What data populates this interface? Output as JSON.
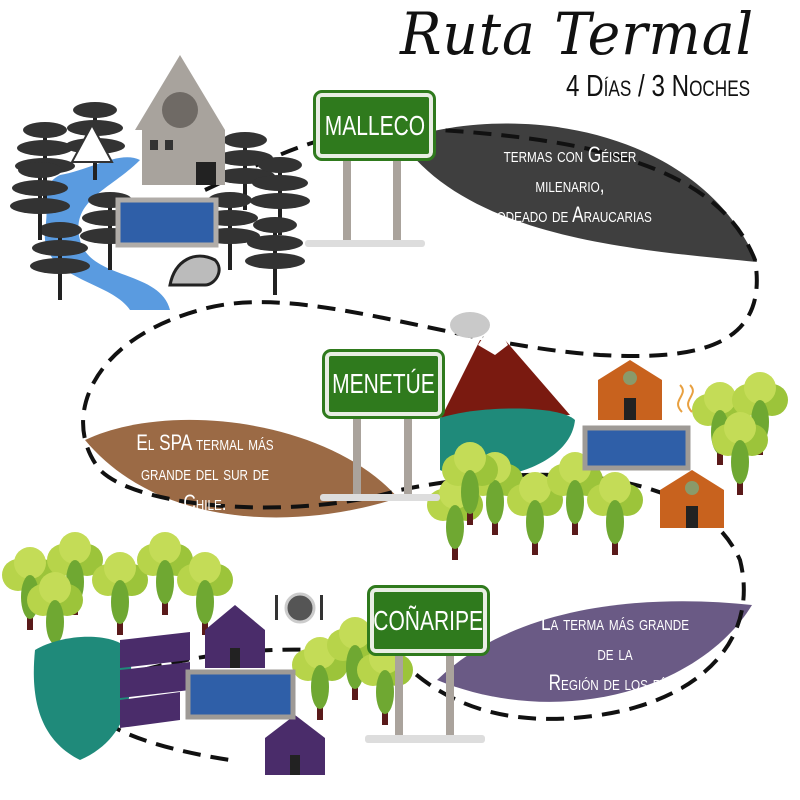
{
  "title": "Ruta Termal",
  "subtitle": "4 Días / 3 Noches",
  "stops": [
    {
      "name": "MALLECO",
      "description": [
        "termas con Géiser",
        "milenario,",
        "rodeado de Araucarias"
      ],
      "color": "#3f3f3f"
    },
    {
      "name": "MENETÚE",
      "description": [
        "El SPA termal más",
        "grande del sur de",
        "Chile."
      ],
      "color": "#9b6a45"
    },
    {
      "name": "COÑARIPE",
      "description": [
        "La terma más grande",
        "de la",
        "Región de los ríos"
      ],
      "color": "#6a5a85"
    }
  ],
  "colors": {
    "sign_green": "#2f7a1d",
    "pool_blue": "#2f5fa8",
    "river_blue": "#5a9be0",
    "lake_teal": "#1f8a7a",
    "house_orange": "#c8621e",
    "house_purple": "#4a2c6a",
    "tree_green": "#9cc43a"
  }
}
